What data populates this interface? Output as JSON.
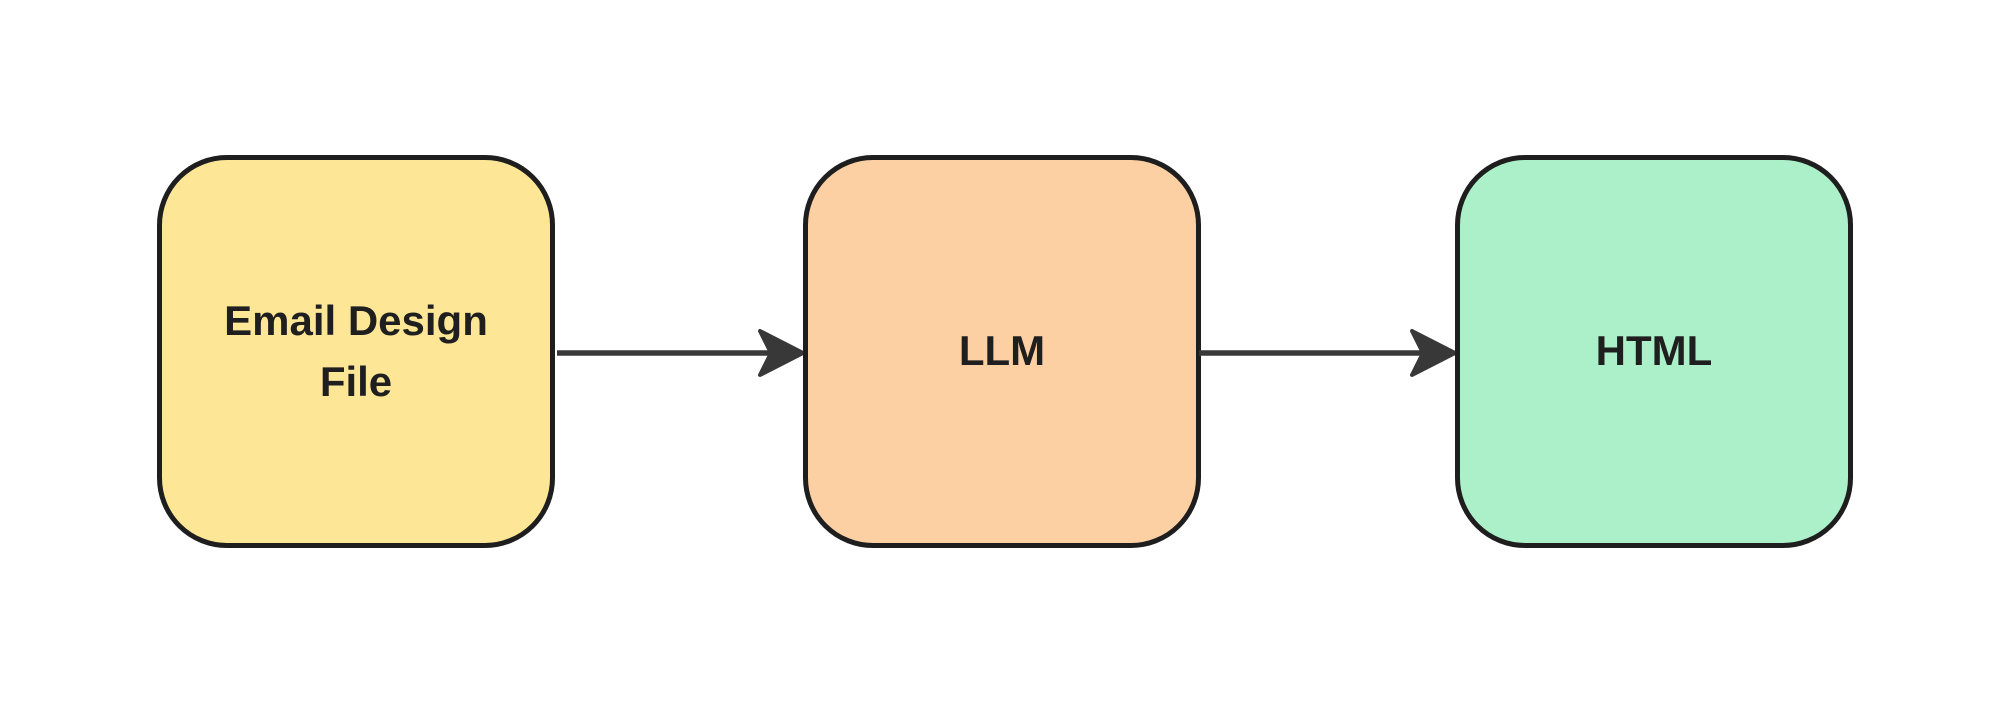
{
  "diagram": {
    "type": "flowchart",
    "background": "#ffffff",
    "text_color": "#1f1f1f",
    "border_color": "#1e1e1e",
    "arrow_color": "#383838",
    "nodes": [
      {
        "id": "email-design-file",
        "label": "Email Design File",
        "fill": "#FDE796",
        "shape": "rounded-rectangle"
      },
      {
        "id": "llm",
        "label": "LLM",
        "fill": "#FDD0A4",
        "shape": "rounded-rectangle"
      },
      {
        "id": "html",
        "label": "HTML",
        "fill": "#ABF0C8",
        "shape": "rounded-rectangle"
      }
    ],
    "connectors": [
      {
        "from": "email-design-file",
        "to": "llm",
        "direction": "right",
        "color": "#383838"
      },
      {
        "from": "llm",
        "to": "html",
        "direction": "right",
        "color": "#383838"
      }
    ]
  }
}
